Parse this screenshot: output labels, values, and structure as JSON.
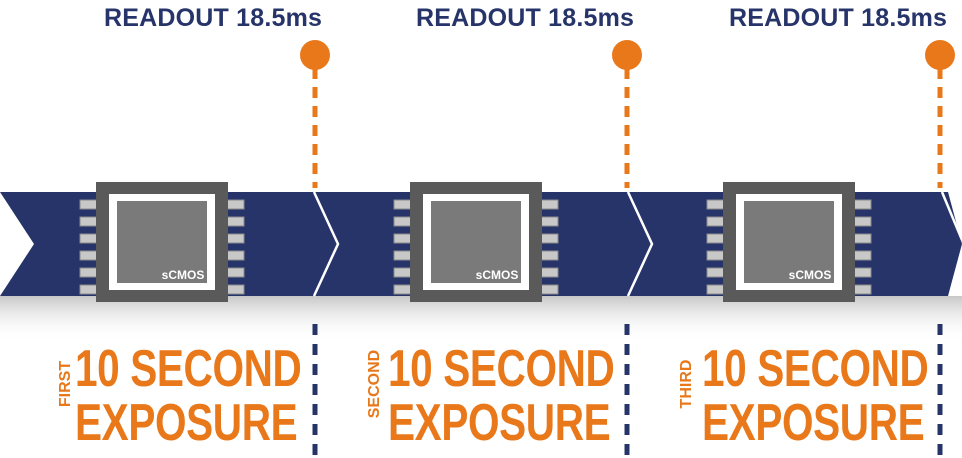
{
  "frames": [
    {
      "readout_label": "READOUT 18.5ms",
      "chip_label": "sCMOS",
      "ordinal": "FIRST",
      "exposure_line1": "10 SECOND",
      "exposure_line2": "EXPOSURE"
    },
    {
      "readout_label": "READOUT 18.5ms",
      "chip_label": "sCMOS",
      "ordinal": "SECOND",
      "exposure_line1": "10 SECOND",
      "exposure_line2": "EXPOSURE"
    },
    {
      "readout_label": "READOUT 18.5ms",
      "chip_label": "sCMOS",
      "ordinal": "THIRD",
      "exposure_line1": "10 SECOND",
      "exposure_line2": "EXPOSURE"
    }
  ],
  "colors": {
    "band": "#273469",
    "accent": "#E8781A",
    "chip_body": "#5a5a5a",
    "chip_die": "#7a7a7a",
    "pin": "#c8c8c8"
  },
  "icons": {
    "sensor": "scmos-chip-icon",
    "marker": "readout-marker-icon"
  }
}
